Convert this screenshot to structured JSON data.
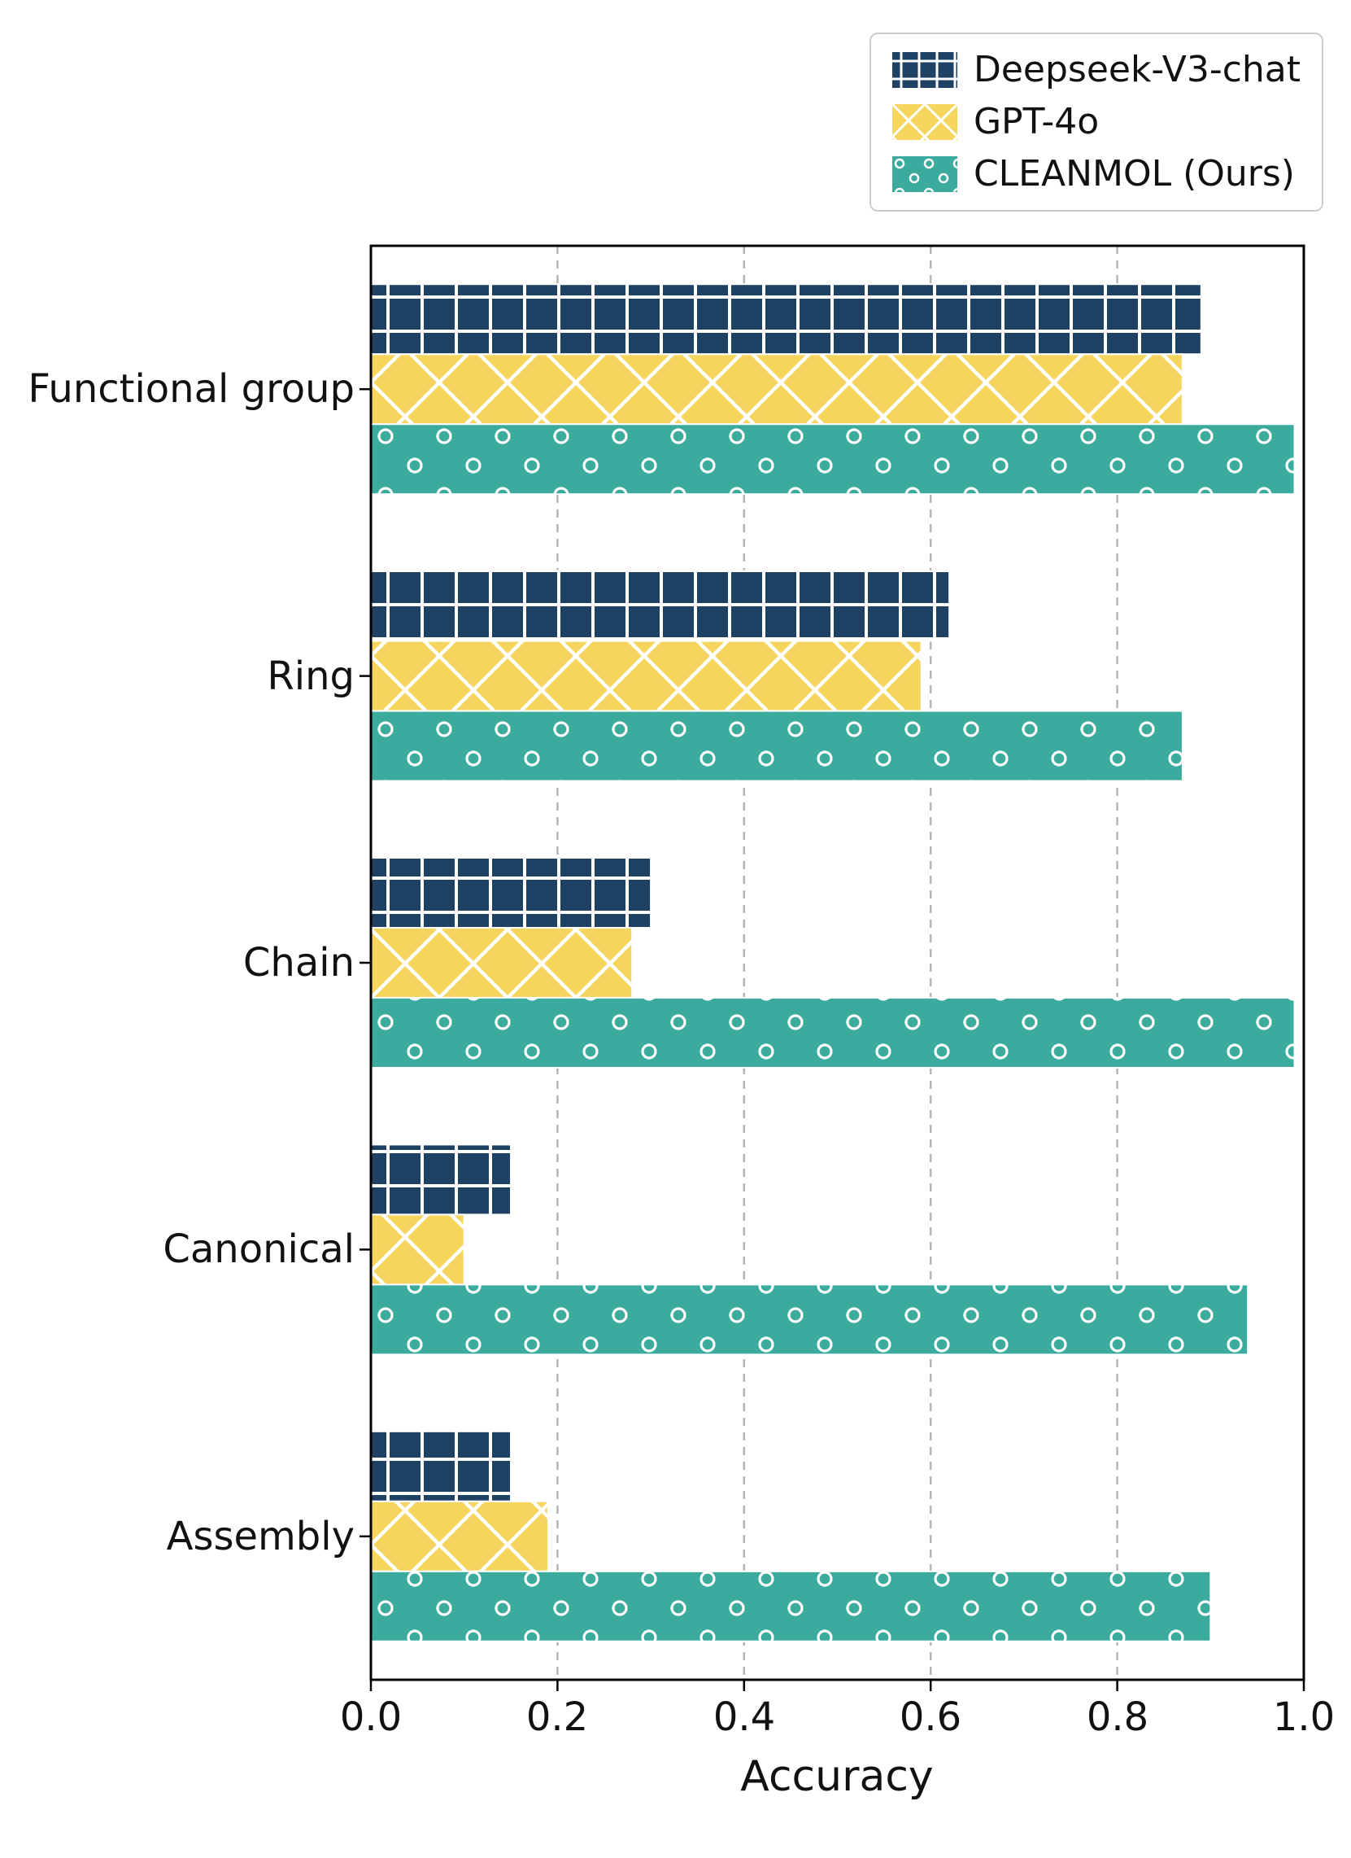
{
  "chart_data": {
    "type": "bar",
    "orientation": "horizontal",
    "title": "",
    "xlabel": "Accuracy",
    "ylabel": "",
    "categories": [
      "Functional group",
      "Ring",
      "Chain",
      "Canonical",
      "Assembly"
    ],
    "series": [
      {
        "name": "Deepseek-V3-chat",
        "color": "#1e4164",
        "hatch": "+",
        "values": [
          0.89,
          0.62,
          0.3,
          0.15,
          0.15
        ]
      },
      {
        "name": "GPT-4o",
        "color": "#f5d55e",
        "hatch": "x",
        "values": [
          0.87,
          0.59,
          0.28,
          0.1,
          0.19
        ]
      },
      {
        "name": "CLEANMOL (Ours)",
        "color": "#3bab9e",
        "hatch": "o",
        "values": [
          0.99,
          0.87,
          0.99,
          0.94,
          0.9
        ]
      }
    ],
    "xlim": [
      0,
      1.0
    ],
    "xtick_labels": [
      "0.0",
      "0.2",
      "0.4",
      "0.6",
      "0.8",
      "1.0"
    ],
    "xtick_values": [
      0,
      0.2,
      0.4,
      0.6,
      0.8,
      1.0
    ],
    "grid_values": [
      0.2,
      0.4,
      0.6,
      0.8
    ],
    "grid": "vertical-dashed",
    "legend_position": "upper-right-outside",
    "hatch_color": "#ffffff",
    "grid_color": "#b3b3b3",
    "axis_color": "#000000"
  }
}
